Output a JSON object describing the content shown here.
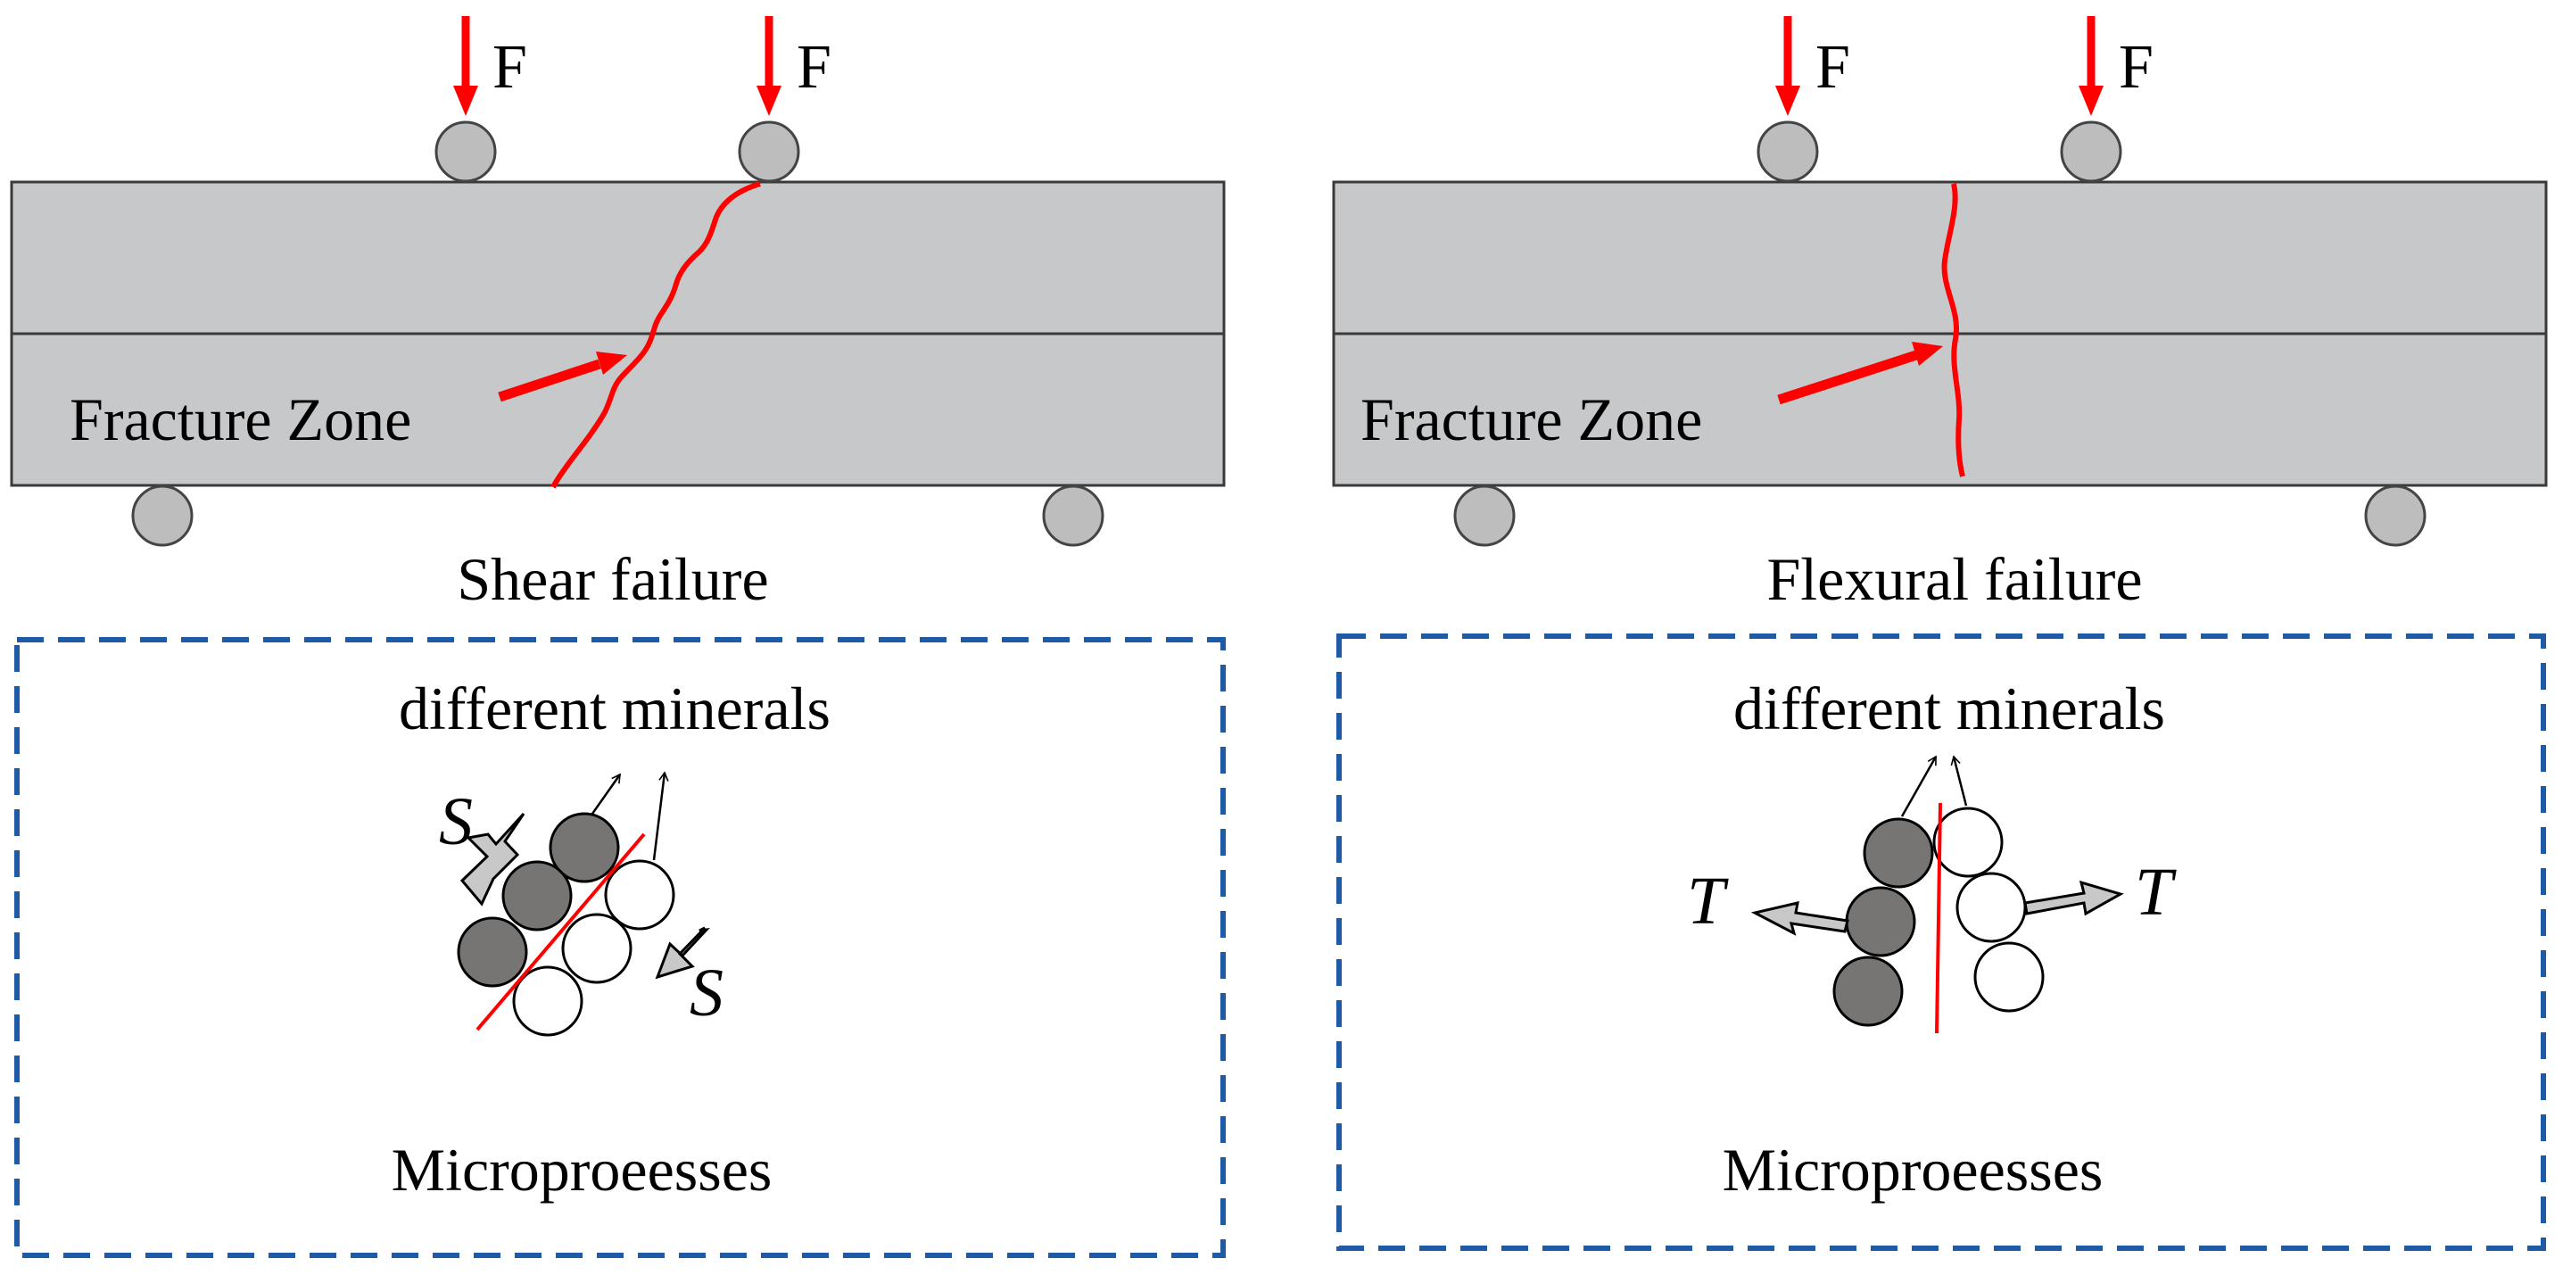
{
  "colors": {
    "beam_fill": "#c7c8ca",
    "beam_stroke": "#3a3a3a",
    "roller_fill": "#bdbdbd",
    "crack": "#ff0000",
    "dashed_box": "#1f5aa6",
    "mineral_dark": "#777474",
    "mineral_light": "#ffffff",
    "stress_arrow": "#c8c8c8"
  },
  "left_panel": {
    "load_labels": [
      "F",
      "F"
    ],
    "fracture_label": "Fracture Zone",
    "failure_title": "Shear failure",
    "inset_top_label": "different minerals",
    "inset_bottom_label": "Microproeesses",
    "stress_symbols": [
      "S",
      "S"
    ],
    "icons": [
      "load-arrow-icon",
      "roller-support-icon",
      "shear-crack-icon",
      "mineral-grain-icon"
    ]
  },
  "right_panel": {
    "load_labels": [
      "F",
      "F"
    ],
    "fracture_label": "Fracture Zone",
    "failure_title": "Flexural failure",
    "inset_top_label": "different minerals",
    "inset_bottom_label": "Microproeesses",
    "stress_symbols": [
      "T",
      "T"
    ],
    "icons": [
      "load-arrow-icon",
      "roller-support-icon",
      "flexural-crack-icon",
      "mineral-grain-icon"
    ]
  }
}
